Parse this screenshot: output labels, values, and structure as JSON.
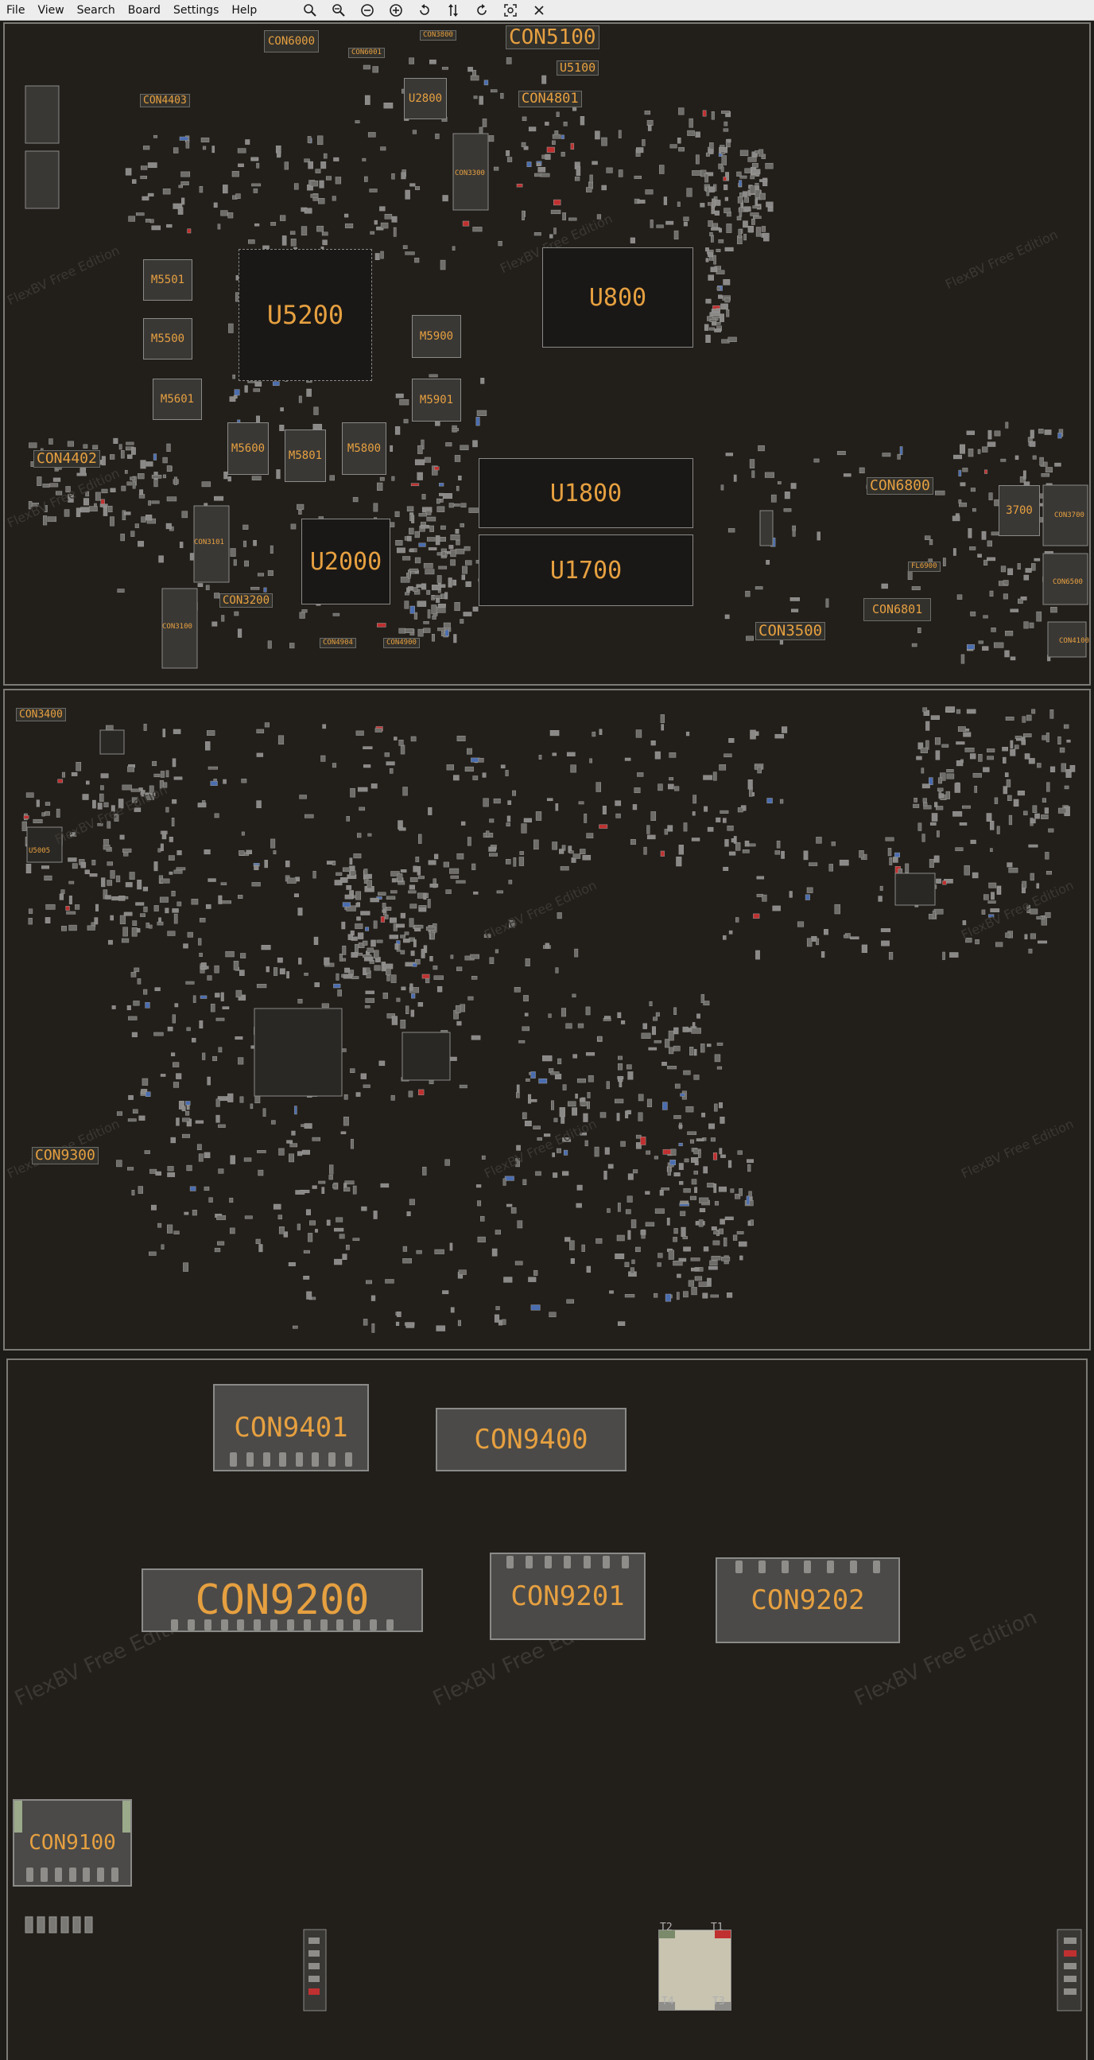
{
  "app": {
    "menus": [
      "File",
      "View",
      "Search",
      "Board",
      "Settings",
      "Help"
    ],
    "tools": [
      "zoom-in-icon",
      "zoom-out-icon",
      "zoom-minus-icon",
      "zoom-plus-icon",
      "rotate-left-icon",
      "flip-icon",
      "rotate-right-icon",
      "fit-view-icon",
      "close-icon"
    ]
  },
  "watermark": "FlexBV Free Edition",
  "colors": {
    "label": "#e6a040",
    "background": "#221f1b",
    "component": "#8a8a88",
    "blue": "#4a6db0",
    "red": "#c03030"
  },
  "panel_top": {
    "big_labels": {
      "con5100": "CON5100",
      "u5200": "U5200",
      "u800": "U800",
      "u1800": "U1800",
      "u1700": "U1700",
      "u2000": "U2000",
      "con4402": "CON4402",
      "con6800": "CON6800",
      "con3500": "CON3500",
      "con4801": "CON4801",
      "con6000": "CON6000",
      "con4403": "CON4403",
      "u2800": "U2800",
      "u5100": "U5100",
      "con3200": "CON3200",
      "m5501": "M5501",
      "m5500": "M5500",
      "m5601": "M5601",
      "m5600": "M5600",
      "m5801": "M5801",
      "m5800": "M5800",
      "m5900": "M5900",
      "m5901": "M5901",
      "con6801": "CON6801",
      "u3700": "3700"
    },
    "small_labels": {
      "con3800": "CON3800",
      "con6001": "CON6001",
      "con3300": "CON3300",
      "con3101": "CON3101",
      "con3100": "CON3100",
      "con4904": "CON4904",
      "con4900": "CON4900",
      "con3700": "CON3700",
      "con6500": "CON6500",
      "con4100": "CON4100",
      "fl6900": "FL6900"
    }
  },
  "panel_mid": {
    "labels": {
      "con3400": "CON3400",
      "con9300": "CON9300",
      "u5005": "U5005"
    }
  },
  "panel_bottom": {
    "connectors": {
      "con9401": "CON9401",
      "con9400": "CON9400",
      "con9200": "CON9200",
      "con9201": "CON9201",
      "con9202": "CON9202",
      "con9100": "CON9100"
    },
    "test_points": {
      "t1": "T1",
      "t2": "T2",
      "t3": "T3",
      "t4": "T4"
    }
  }
}
